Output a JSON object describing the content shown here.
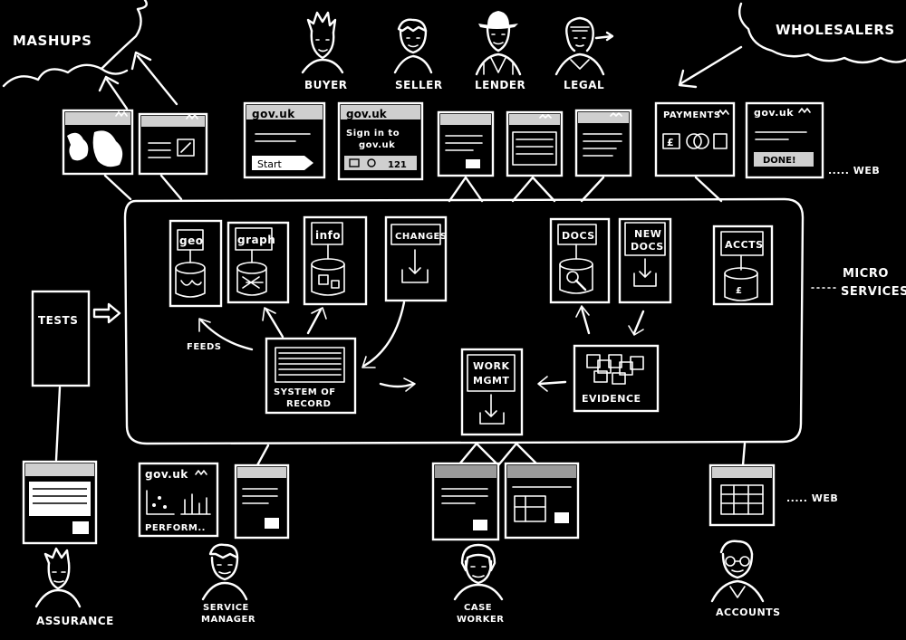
{
  "actors_top": {
    "buyer": "BUYER",
    "seller": "SELLER",
    "lender": "LENDER",
    "legal": "LEGAL"
  },
  "actors_bottom": {
    "assurance": "ASSURANCE",
    "service_manager_line1": "SERVICE",
    "service_manager_line2": "MANAGER",
    "case_worker_line1": "CASE",
    "case_worker_line2": "WORKER",
    "accounts": "ACCOUNTS"
  },
  "clouds": {
    "mashups": "MASHUPS",
    "wholesalers": "WHOLESALERS"
  },
  "side_labels": {
    "web_top": "..... WEB",
    "web_bottom": "..... WEB",
    "micro_line1": "MICRO",
    "micro_line2": "SERVICES",
    "tests": "TESTS",
    "feeds": "FEEDS"
  },
  "top_screens": {
    "gov_start_title": "gov.uk",
    "gov_start_button": "Start",
    "signin_title": "gov.uk",
    "signin_line1": "Sign in to",
    "signin_line2": "gov.uk",
    "signin_code": "121",
    "payments_title": "PAYMENTS",
    "done_title": "gov.uk",
    "done_button": "DONE!"
  },
  "services": {
    "geo": "geo",
    "graph": "graph",
    "info": "info",
    "changes": "CHANGES",
    "docs": "DOCS",
    "new_docs_line1": "NEW",
    "new_docs_line2": "DOCS",
    "accts": "ACCTS"
  },
  "core": {
    "system_line1": "SYSTEM OF",
    "system_line2": "RECORD",
    "work_line1": "WORK",
    "work_line2": "MGMT",
    "evidence": "EVIDENCE"
  },
  "bottom_screens": {
    "perf_title": "gov.uk",
    "perf_label": "PERFORM.."
  },
  "colors": {
    "background": "#000000",
    "ink": "#ffffff",
    "title_bar": "#cfcfcf"
  }
}
